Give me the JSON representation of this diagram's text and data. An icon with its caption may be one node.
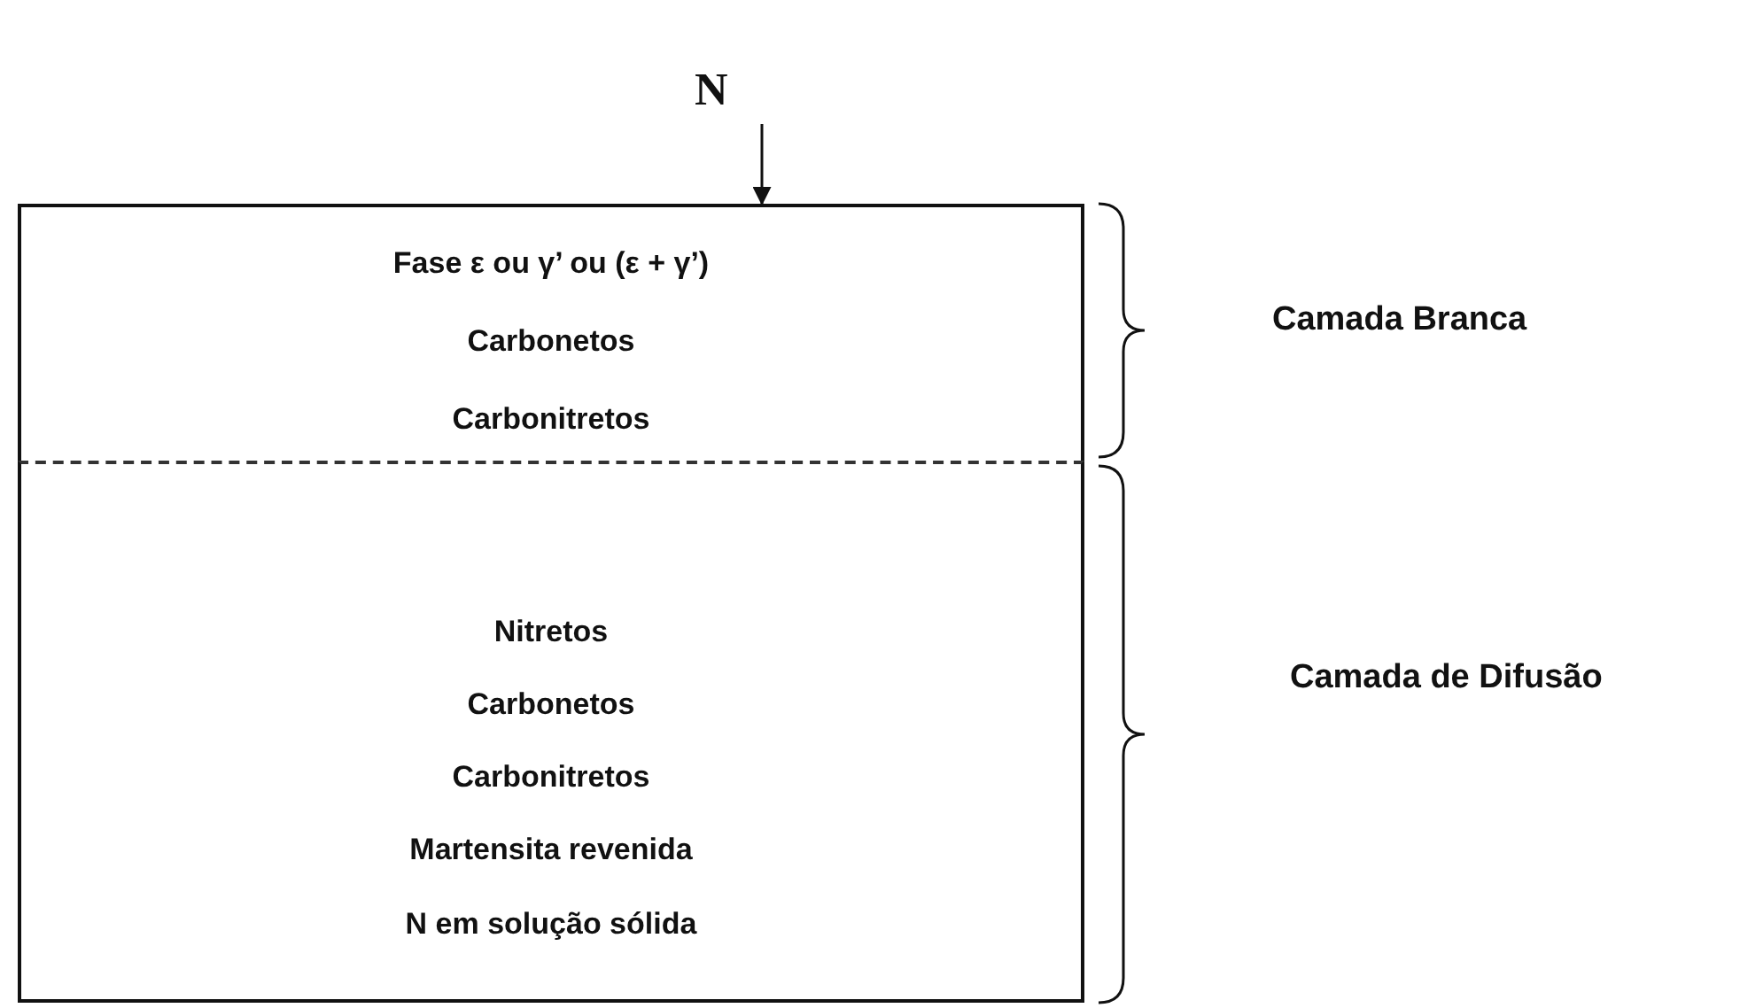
{
  "diagram": {
    "nodes": [
      {
        "text": [
          "N"
        ]
      },
      {
        "text": [
          "Fase ε ou γ’ ou (ε + γ’)",
          "Carbonetos",
          "Carbonitretos"
        ]
      },
      {
        "text": [
          "Nitretos",
          "Carbonetos",
          "Carbonitretos",
          "Martensita revenida",
          "N em solução sólida"
        ]
      }
    ],
    "labels": [
      "Camada Branca",
      "Camada de Difusão"
    ],
    "edges": [
      {
        "from": 0,
        "to": 1,
        "arrow": "to"
      }
    ]
  }
}
